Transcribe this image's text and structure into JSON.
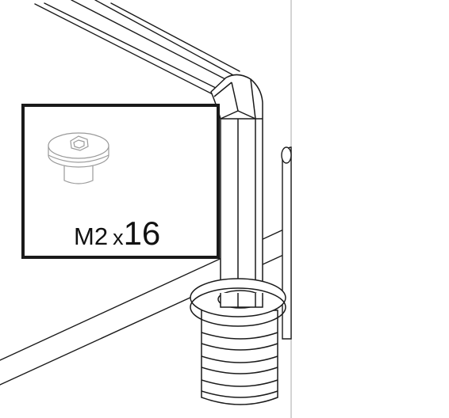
{
  "callout": {
    "size": "M2",
    "mult": "x",
    "qty": "16",
    "icon": "hex-socket-screw-icon"
  },
  "colors": {
    "line": "#1a1a1a",
    "faint_line": "#bdbdbd",
    "background": "#ffffff"
  }
}
